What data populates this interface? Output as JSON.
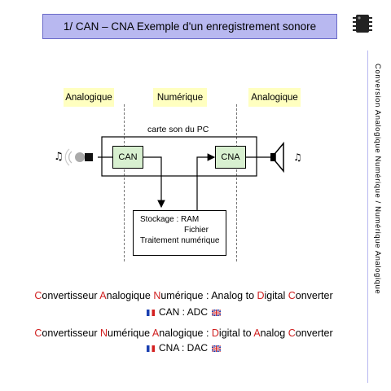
{
  "title": "1/  CAN – CNA   Exemple d'un enregistrement sonore",
  "side_title": "Conversion Analogique Numérique / Numérique Analogique",
  "zones": {
    "left": "Analogique",
    "middle": "Numérique",
    "right": "Analogique"
  },
  "diagram": {
    "sound_card_label": "carte son du PC",
    "can_label": "CAN",
    "cna_label": "CNA",
    "storage": {
      "line1": "Stockage  :  RAM",
      "line2": "Fichier",
      "line3": "Traitement  numérique"
    },
    "note_icon": "music-note-icon"
  },
  "definitions": [
    {
      "segments": [
        {
          "t": "C",
          "red": true
        },
        {
          "t": "onvertisseur ",
          "red": false
        },
        {
          "t": "A",
          "red": true
        },
        {
          "t": "nalogique ",
          "red": false
        },
        {
          "t": "N",
          "red": true
        },
        {
          "t": "umérique : Analog to ",
          "red": false
        },
        {
          "t": "D",
          "red": true
        },
        {
          "t": "igital ",
          "red": false
        },
        {
          "t": "C",
          "red": true
        },
        {
          "t": "onverter",
          "red": false
        }
      ],
      "abbrev": "CAN : ADC"
    },
    {
      "segments": [
        {
          "t": "C",
          "red": true
        },
        {
          "t": "onvertisseur ",
          "red": false
        },
        {
          "t": "N",
          "red": true
        },
        {
          "t": "umérique ",
          "red": false
        },
        {
          "t": "A",
          "red": true
        },
        {
          "t": "nalogique : ",
          "red": false
        },
        {
          "t": "D",
          "red": true
        },
        {
          "t": "igital to ",
          "red": false
        },
        {
          "t": "A",
          "red": true
        },
        {
          "t": "nalog ",
          "red": false
        },
        {
          "t": "C",
          "red": true
        },
        {
          "t": "onverter",
          "red": false
        }
      ],
      "abbrev": "CNA : DAC"
    }
  ],
  "colors": {
    "title_bg": "#b8b8f0",
    "zone_bg": "#ffffc0",
    "box_green": "#d8f0d0",
    "accent_red": "#d02020"
  }
}
